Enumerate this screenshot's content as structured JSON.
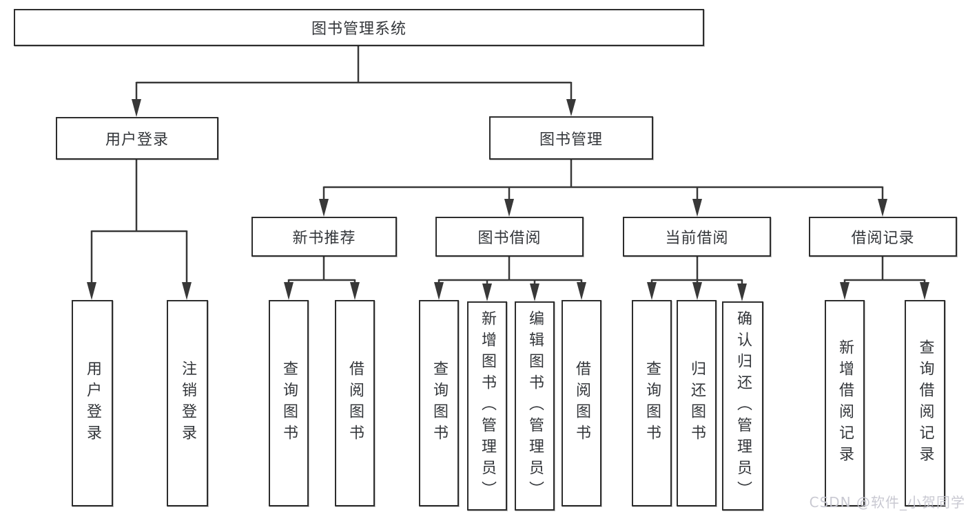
{
  "diagram_type": "hierarchy-tree",
  "tree": {
    "label": "图书管理系统",
    "children": [
      {
        "label": "用户登录",
        "children": [
          {
            "label": "用户登录"
          },
          {
            "label": "注销登录"
          }
        ]
      },
      {
        "label": "图书管理",
        "children": [
          {
            "label": "新书推荐",
            "children": [
              {
                "label": "查询图书"
              },
              {
                "label": "借阅图书"
              }
            ]
          },
          {
            "label": "图书借阅",
            "children": [
              {
                "label": "查询图书"
              },
              {
                "label": "新增图书（管理员）"
              },
              {
                "label": "编辑图书（管理员）"
              },
              {
                "label": "借阅图书"
              }
            ]
          },
          {
            "label": "当前借阅",
            "children": [
              {
                "label": "查询图书"
              },
              {
                "label": "归还图书"
              },
              {
                "label": "确认归还（管理员）"
              }
            ]
          },
          {
            "label": "借阅记录",
            "children": [
              {
                "label": "新增借阅记录"
              },
              {
                "label": "查询借阅记录"
              }
            ]
          }
        ]
      }
    ]
  },
  "watermark": {
    "text": "CSDN @软件_小贺同学"
  },
  "colors": {
    "background": "#ffffff",
    "box_border": "#2d2d2d",
    "line": "#383838",
    "text": "#33363a",
    "watermark": "#c7c7d0"
  }
}
